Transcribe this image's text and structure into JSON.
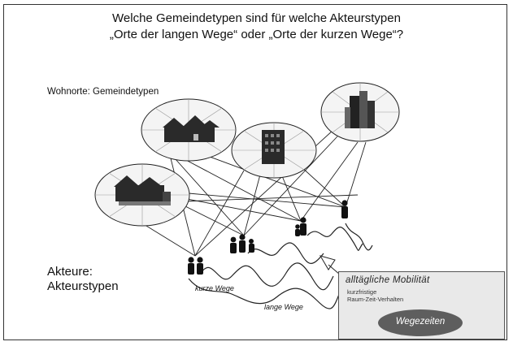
{
  "title": {
    "line1": "Welche Gemeindetypen sind für welche Akteurstypen",
    "line2": "„Orte der langen Wege“ oder „Orte der kurzen Wege“?"
  },
  "labels": {
    "wohnorte": "Wohnorte: Gemeindetypen",
    "akteure_line1": "Akteure:",
    "akteure_line2": "Akteurstypen",
    "kurze_wege": "kurze Wege",
    "lange_wege": "lange Wege"
  },
  "mobility_box": {
    "title": "alltägliche Mobilität",
    "subtitle_line1": "kurzfristige",
    "subtitle_line2": "Raum-Zeit-Verhalten",
    "badge": "Wegezeiten"
  },
  "colors": {
    "line": "#222222",
    "ellipse_fill": "#f4f4f4",
    "box_fill": "#e9e9e9",
    "badge_fill": "#5e5e5e"
  }
}
